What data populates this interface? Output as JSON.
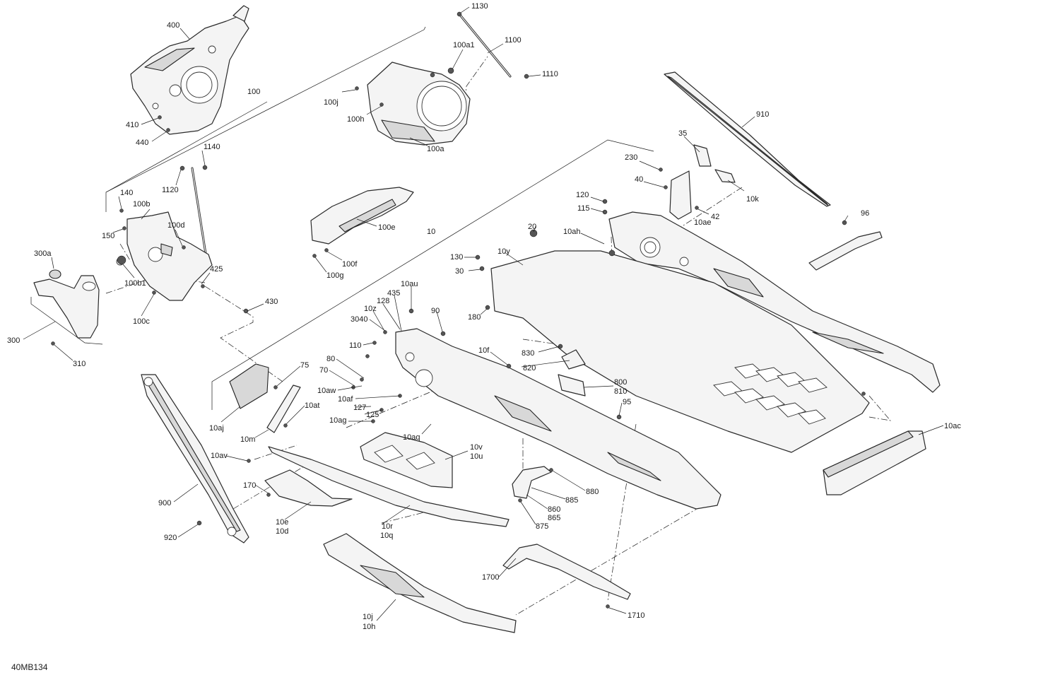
{
  "document_id": "40MB134",
  "labels": {
    "l400": "400",
    "l410": "410",
    "l440": "440",
    "l100": "100",
    "l1130": "1130",
    "l1100": "1100",
    "l100a1": "100a1",
    "l1110": "1110",
    "l100j": "100j",
    "l100h": "100h",
    "l100a": "100a",
    "l910": "910",
    "l35": "35",
    "l230": "230",
    "l40": "40",
    "l10k": "10k",
    "l120": "120",
    "l115": "115",
    "l42": "42",
    "l10ae": "10ae",
    "l96": "96",
    "l1140": "1140",
    "l1120": "1120",
    "l140": "140",
    "l100b": "100b",
    "l150": "150",
    "l100d": "100d",
    "l300a": "300a",
    "l425": "425",
    "l100b1": "100b1",
    "l100c": "100c",
    "l430": "430",
    "l300": "300",
    "l310": "310",
    "l100e": "100e",
    "l100f": "100f",
    "l100g": "100g",
    "l10": "10",
    "l20": "20",
    "l10ah": "10ah",
    "l130": "130",
    "l10y": "10y",
    "l30": "30",
    "l180": "180",
    "l435": "435",
    "l10au": "10au",
    "l128": "128",
    "l10z": "10z",
    "l90": "90",
    "l3040": "3040",
    "l110": "110",
    "l10f": "10f",
    "l830": "830",
    "l820": "820",
    "l80": "80",
    "l70": "70",
    "l10aw": "10aw",
    "l10af": "10af",
    "l127": "127",
    "l125": "125",
    "l10ag": "10ag",
    "l800": "800",
    "l810": "810",
    "l95": "95",
    "l75": "75",
    "l10at": "10at",
    "l10aj": "10aj",
    "l10m": "10m",
    "l10aq": "10aq",
    "l10v": "10v",
    "l10u": "10u",
    "l10av": "10av",
    "l10ac": "10ac",
    "l170": "170",
    "l880": "880",
    "l885": "885",
    "l860": "860",
    "l865": "865",
    "l875": "875",
    "l900": "900",
    "l10e": "10e",
    "l10d": "10d",
    "l10r": "10r",
    "l10q": "10q",
    "l920": "920",
    "l1700": "1700",
    "l1710": "1710",
    "l10j": "10j",
    "l10h": "10h"
  }
}
